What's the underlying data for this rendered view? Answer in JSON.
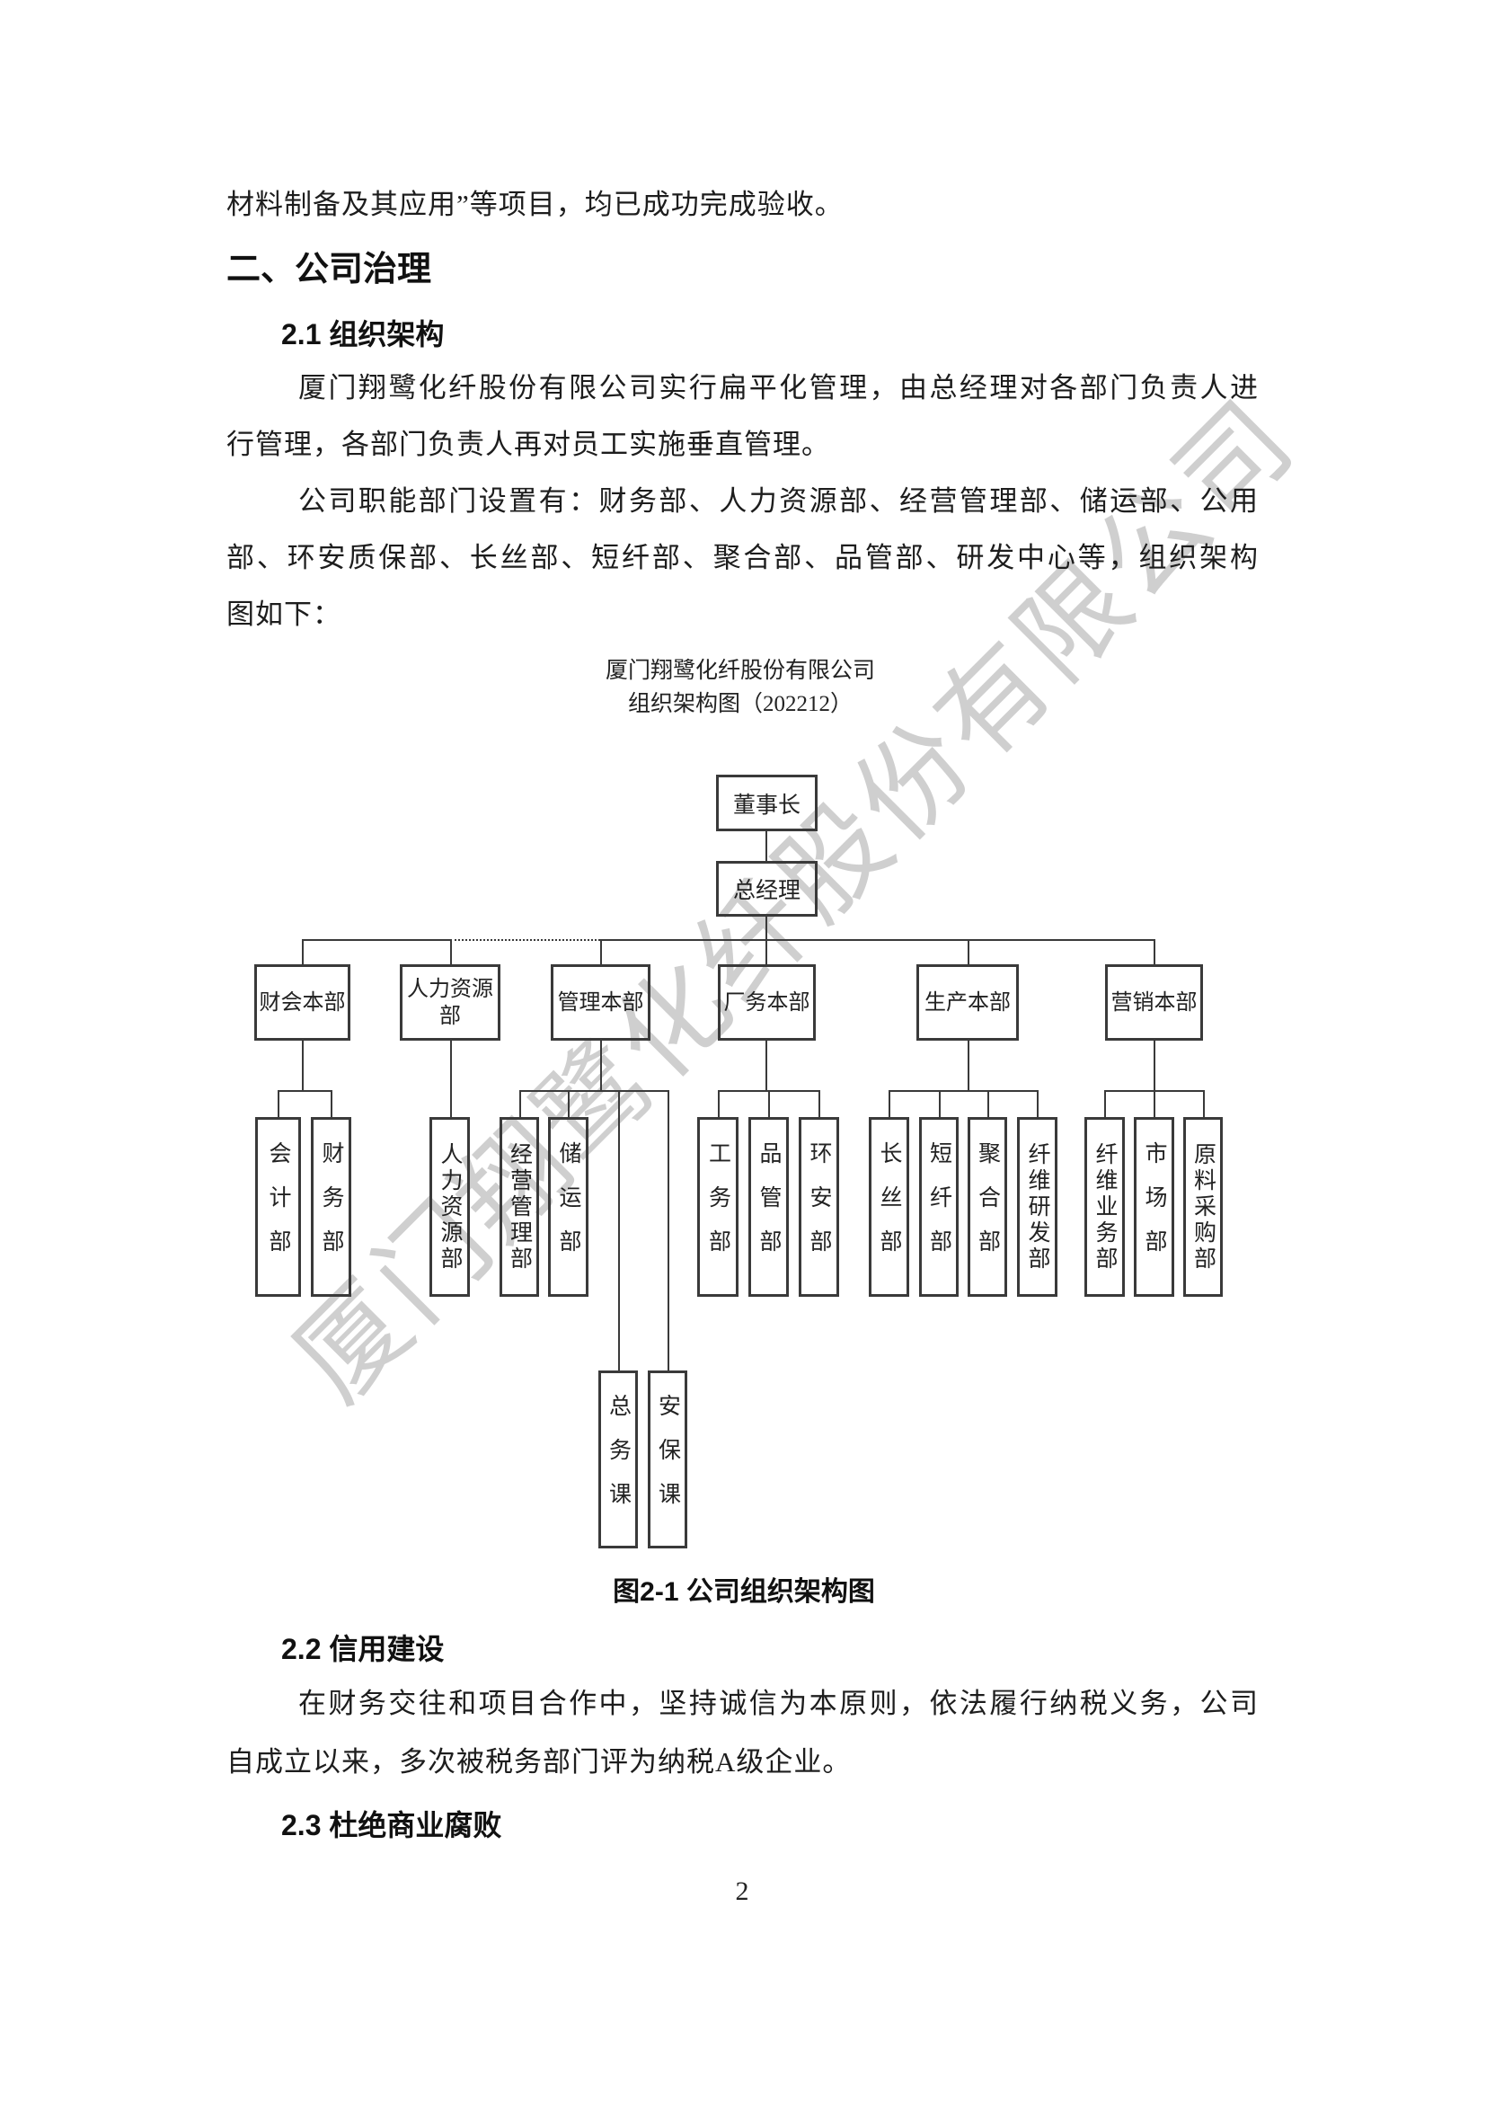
{
  "text": {
    "intro_line": "材料制备及其应用”等项目，均已成功完成验收。",
    "section2_heading": "二、公司治理",
    "s21_heading": "2.1 组织架构",
    "para1_line1": "厦门翔鹭化纤股份有限公司实行扁平化管理，由总经理对各部门负责人进",
    "para1_line2": "行管理，各部门负责人再对员工实施垂直管理。",
    "para2_line1": "公司职能部门设置有：财务部、人力资源部、经营管理部、储运部、公用",
    "para2_line2": "部、环安质保部、长丝部、短纤部、聚合部、品管部、研发中心等，组织架构",
    "para2_line3": "图如下：",
    "s22_heading": "2.2 信用建设",
    "para3_line1": "在财务交往和项目合作中，坚持诚信为本原则，依法履行纳税义务，公司",
    "para3_line2": "自成立以来，多次被税务部门评为纳税A级企业。",
    "s23_heading": "2.3 杜绝商业腐败",
    "page_number": "2"
  },
  "org": {
    "title_line1": "厦门翔鹭化纤股份有限公司",
    "title_line2": "组织架构图（202212）",
    "caption": "图2-1 公司组织架构图",
    "watermark": "厦门翔鹭化纤股份有限公司",
    "chairman": "董事长",
    "general_manager": "总经理",
    "divisions": [
      {
        "label": "财会本部",
        "children": [
          "会计部",
          "财务部"
        ]
      },
      {
        "label": "人力资源部",
        "children": [
          "人力资源部"
        ]
      },
      {
        "label": "管理本部",
        "children": [
          "经营管理部",
          "储运部"
        ],
        "sub_children": [
          "总务课",
          "安保课"
        ]
      },
      {
        "label": "厂务本部",
        "children": [
          "工务部",
          "品管部",
          "环安部"
        ]
      },
      {
        "label": "生产本部",
        "children": [
          "长丝部",
          "短纤部",
          "聚合部",
          "纤维研发部"
        ]
      },
      {
        "label": "营销本部",
        "children": [
          "纤维业务部",
          "市场部",
          "原料采购部"
        ]
      }
    ]
  }
}
